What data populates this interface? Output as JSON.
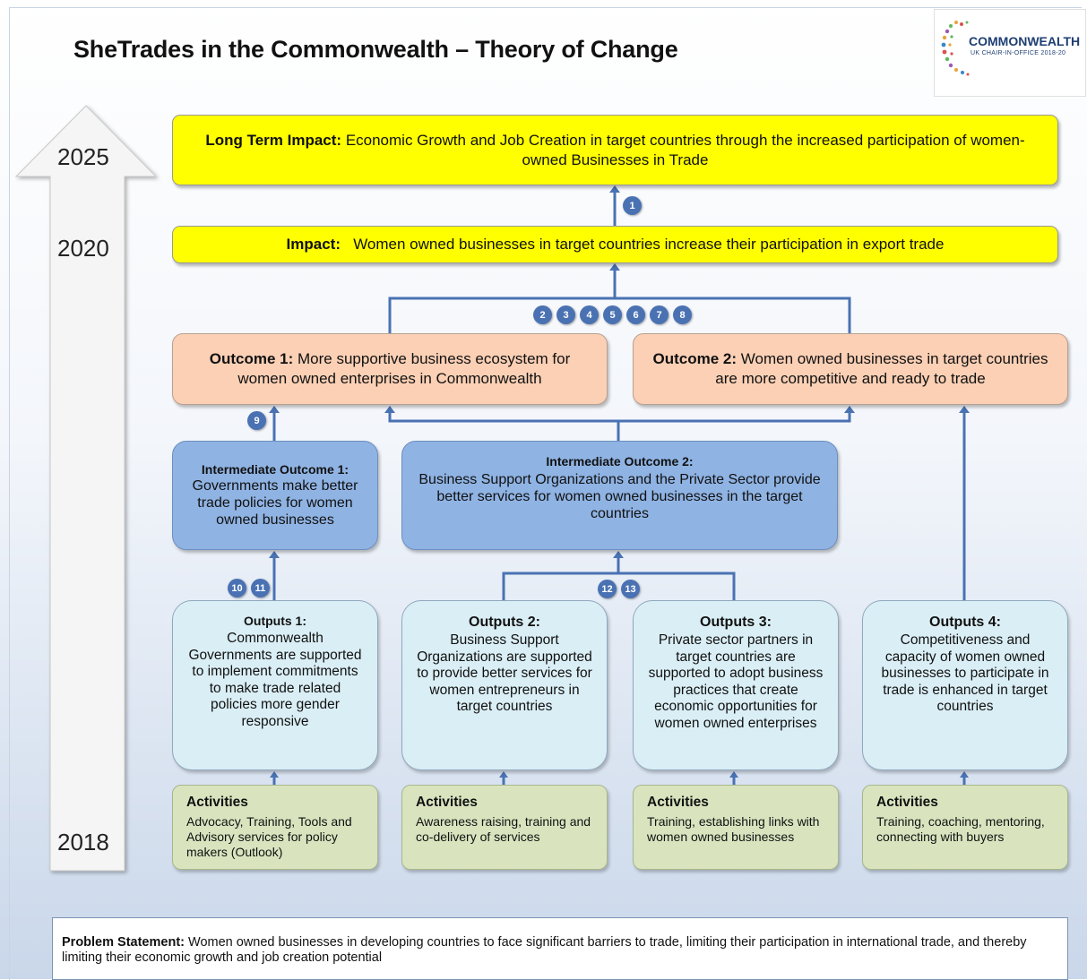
{
  "title": "SheTrades in the Commonwealth – Theory of Change",
  "logo": {
    "name": "COMMONWEALTH",
    "sub": "UK CHAIR-IN-OFFICE 2018-20"
  },
  "timeline": {
    "years": [
      "2025",
      "2020",
      "2018"
    ]
  },
  "long_term_impact": {
    "label": "Long Term Impact:",
    "text": "Economic Growth and Job Creation in target countries through the increased participation of women-owned Businesses in Trade"
  },
  "impact": {
    "label": "Impact:",
    "text": "Women owned businesses in target countries increase their participation in export trade"
  },
  "outcomes": [
    {
      "label": "Outcome 1:",
      "text": "More supportive business ecosystem for women owned enterprises in Commonwealth"
    },
    {
      "label": "Outcome 2:",
      "text": "Women owned businesses in target countries are more competitive and ready to trade"
    }
  ],
  "intermediate": [
    {
      "label": "Intermediate Outcome 1:",
      "text": "Governments make better trade policies for women owned businesses"
    },
    {
      "label": "Intermediate Outcome 2:",
      "text": "Business Support Organizations and the Private Sector provide better services for women owned businesses in the target countries"
    }
  ],
  "outputs": [
    {
      "label": "Outputs 1:",
      "text": "Commonwealth Governments are supported to implement commitments to make trade related policies more gender responsive"
    },
    {
      "label": "Outputs 2:",
      "text": "Business Support Organizations are supported to provide better services for women entrepreneurs in target countries"
    },
    {
      "label": "Outputs 3:",
      "text": "Private sector partners in target countries are supported to adopt business practices that create economic opportunities for women owned enterprises"
    },
    {
      "label": "Outputs 4:",
      "text": "Competitiveness and capacity of women owned businesses to participate in trade is enhanced in target countries"
    }
  ],
  "activities": [
    {
      "label": "Activities",
      "text": "Advocacy, Training, Tools and Advisory services for policy makers (Outlook)"
    },
    {
      "label": "Activities",
      "text": "Awareness raising, training and co-delivery of services"
    },
    {
      "label": "Activities",
      "text": "Training, establishing links with women owned businesses"
    },
    {
      "label": "Activities",
      "text": "Training, coaching, mentoring, connecting with buyers"
    }
  ],
  "assumption_markers": [
    "1",
    "2",
    "3",
    "4",
    "5",
    "6",
    "7",
    "8",
    "9",
    "10",
    "11",
    "12",
    "13"
  ],
  "problem_statement": {
    "label": "Problem Statement:",
    "text": "Women owned businesses in developing countries to face significant barriers to trade, limiting their participation in international trade, and thereby limiting their economic growth and job creation potential"
  }
}
